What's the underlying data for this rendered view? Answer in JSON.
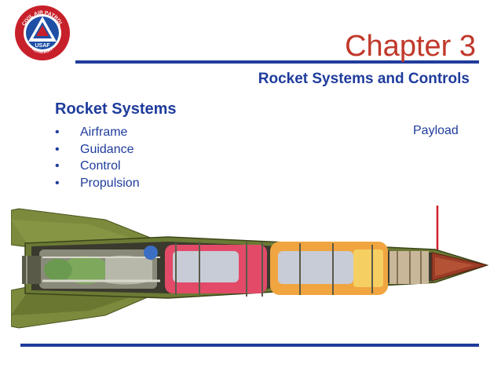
{
  "logo": {
    "top_text": "CIVIL AIR PATROL",
    "center_text": "USAF",
    "bottom_text": "AUXILIARY"
  },
  "header": {
    "chapter": "Chapter 3",
    "subtitle": "Rocket Systems and Controls"
  },
  "content": {
    "heading": "Rocket Systems",
    "bullets": [
      "Airframe",
      "Guidance",
      "Control",
      "Propulsion"
    ],
    "bullet_glyph": "•"
  },
  "diagram": {
    "payload_label": "Payload"
  },
  "colors": {
    "title_red": "#c0392b",
    "text_blue": "#1f3c9c",
    "rule_blue": "#1f3c9c",
    "rocket_olive": "#6b7a34",
    "payload_line": "#d0202a"
  }
}
